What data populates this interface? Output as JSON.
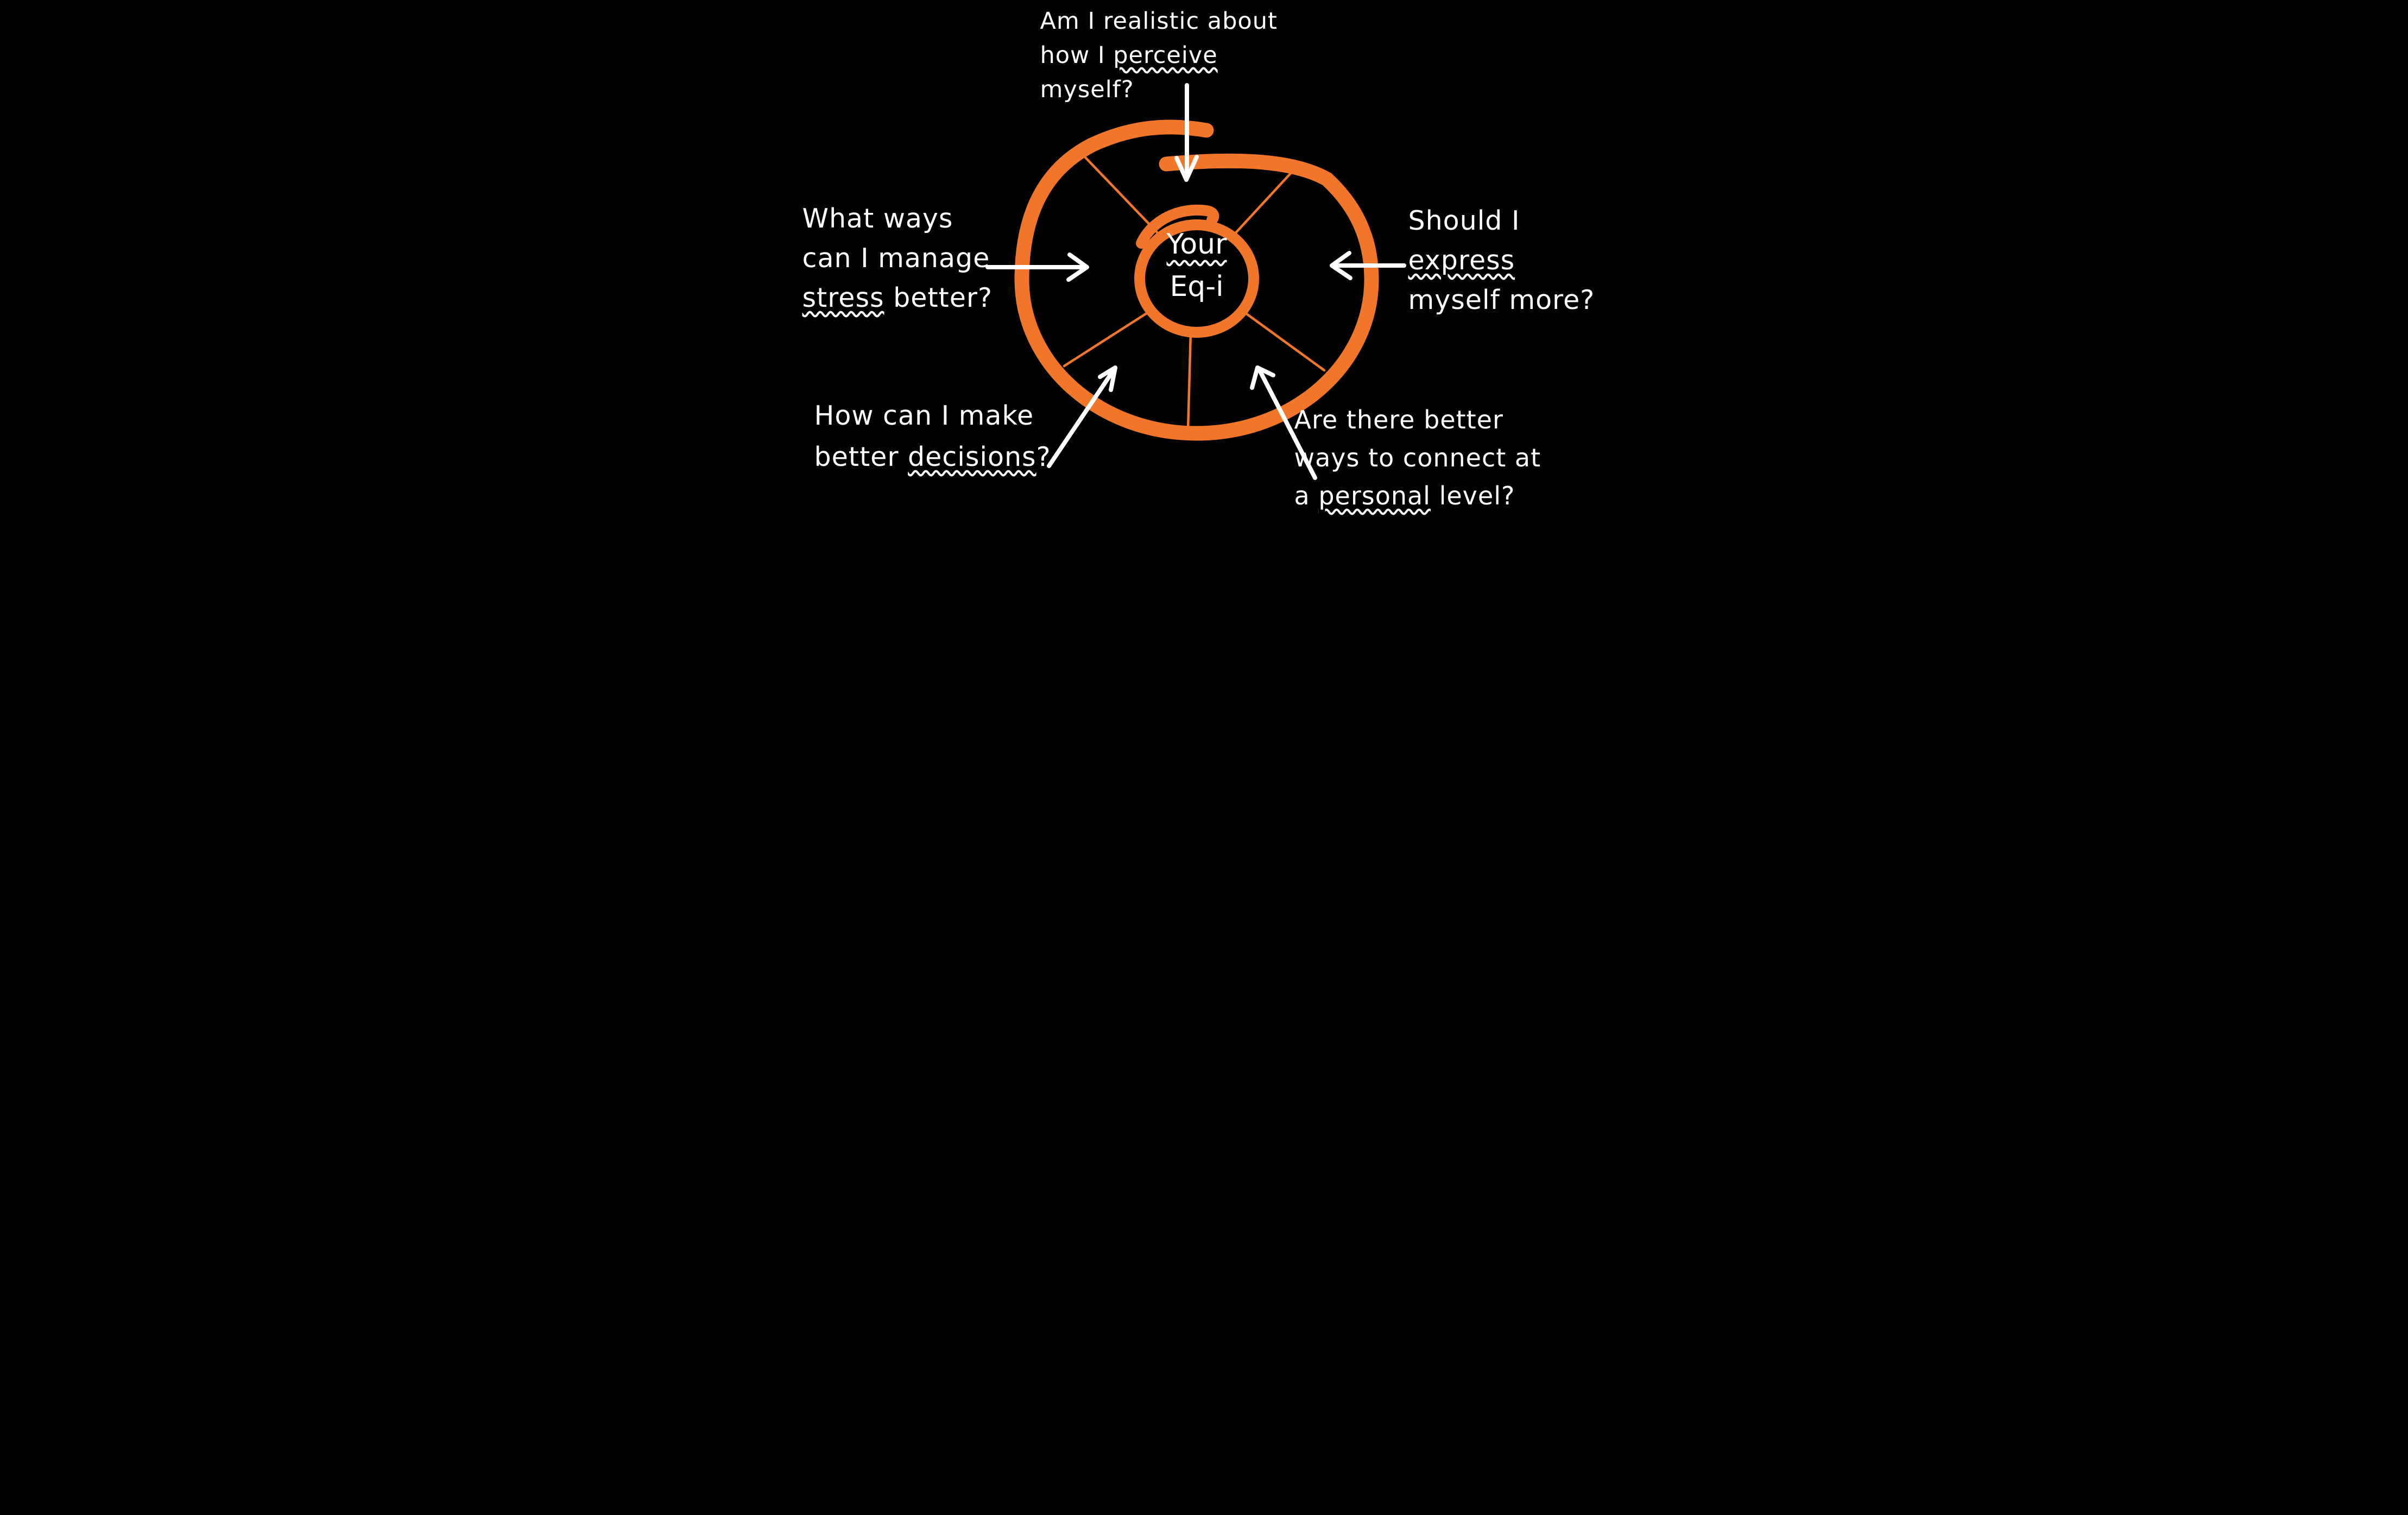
{
  "title": "Your Eq-i hand-drawn wheel diagram",
  "colors": {
    "orange": "#F2762A",
    "ink": "#FFFFFF",
    "background": "#000000"
  },
  "center": {
    "line1": "Your",
    "line2": "Eq-i"
  },
  "questions": {
    "top": {
      "l1": "Am I realistic about",
      "l2_pre": "how I ",
      "l2_word": "perceive",
      "l3": "myself?"
    },
    "left": {
      "l1": "What ways",
      "l2": "can I manage",
      "l3_word": "stress",
      "l3_post": " better?"
    },
    "right": {
      "l1": "Should I",
      "l2_word": "express",
      "l3": "myself more?"
    },
    "bottom_left": {
      "l1": "How can I make",
      "l2_pre": "better ",
      "l2_word": "decisions",
      "l2_post": "?"
    },
    "bottom_right": {
      "l1": "Are there better",
      "l2": "ways to connect at",
      "l3_pre": "a ",
      "l3_word": "personal",
      "l3_post": " level?"
    }
  },
  "wheel": {
    "segments": 5,
    "ring_style": "hand-drawn open spiral, blunt overlapping ends at top",
    "spoke_count": 5
  },
  "icons": [
    {
      "name": "arrow-down-icon",
      "meaning": "top question points into wheel"
    },
    {
      "name": "arrow-right-icon",
      "meaning": "left question points into wheel"
    },
    {
      "name": "arrow-left-icon",
      "meaning": "right question points into wheel"
    },
    {
      "name": "arrow-up-right-icon",
      "meaning": "bottom-left question points into wheel"
    },
    {
      "name": "arrow-up-left-icon",
      "meaning": "bottom-right question points into wheel"
    }
  ]
}
